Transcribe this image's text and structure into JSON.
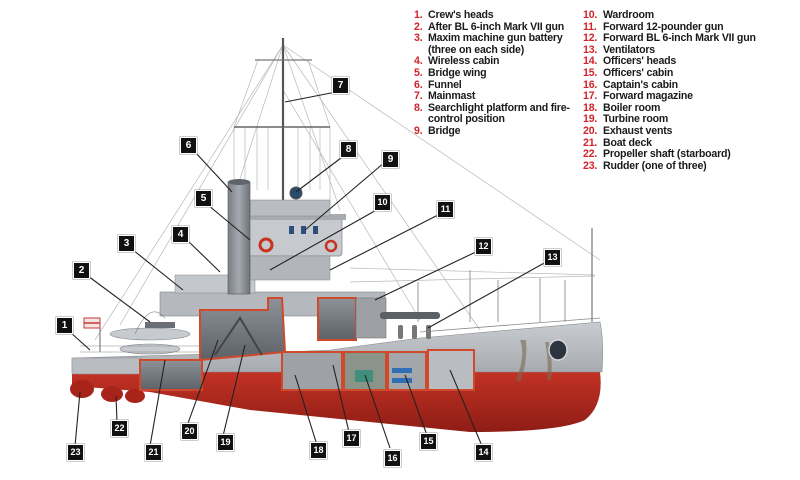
{
  "legend": {
    "column1": [
      {
        "num": "1.",
        "text": "Crew's heads"
      },
      {
        "num": "2.",
        "text": "After BL 6-inch Mark VII gun"
      },
      {
        "num": "3.",
        "text": "Maxim machine gun battery (three on each side)"
      },
      {
        "num": "4.",
        "text": "Wireless cabin"
      },
      {
        "num": "5.",
        "text": "Bridge wing"
      },
      {
        "num": "6.",
        "text": "Funnel"
      },
      {
        "num": "7.",
        "text": "Mainmast"
      },
      {
        "num": "8.",
        "text": "Searchlight platform and fire-control position"
      },
      {
        "num": "9.",
        "text": "Bridge"
      }
    ],
    "column2": [
      {
        "num": "10.",
        "text": "Wardroom"
      },
      {
        "num": "11.",
        "text": "Forward 12-pounder gun"
      },
      {
        "num": "12.",
        "text": "Forward BL 6-inch Mark VII gun"
      },
      {
        "num": "13.",
        "text": "Ventilators"
      },
      {
        "num": "14.",
        "text": "Officers' heads"
      },
      {
        "num": "15.",
        "text": "Officers' cabin"
      },
      {
        "num": "16.",
        "text": "Captain's cabin"
      },
      {
        "num": "17.",
        "text": "Forward magazine"
      },
      {
        "num": "18.",
        "text": "Boiler room"
      },
      {
        "num": "19.",
        "text": "Turbine room"
      },
      {
        "num": "20.",
        "text": "Exhaust vents"
      },
      {
        "num": "21.",
        "text": "Boat deck"
      },
      {
        "num": "22.",
        "text": "Propeller shaft (starboard)"
      },
      {
        "num": "23.",
        "text": "Rudder (one of three)"
      }
    ]
  },
  "callouts": [
    "1",
    "2",
    "3",
    "4",
    "5",
    "6",
    "7",
    "8",
    "9",
    "10",
    "11",
    "12",
    "13",
    "14",
    "15",
    "16",
    "17",
    "18",
    "19",
    "20",
    "21",
    "22",
    "23"
  ],
  "colors": {
    "hull_red": "#b5291f",
    "hull_grey": "#b9bcc0",
    "cutaway_outline": "#d0492a",
    "legend_number": "#d2232a",
    "callout_bg": "#111111"
  }
}
